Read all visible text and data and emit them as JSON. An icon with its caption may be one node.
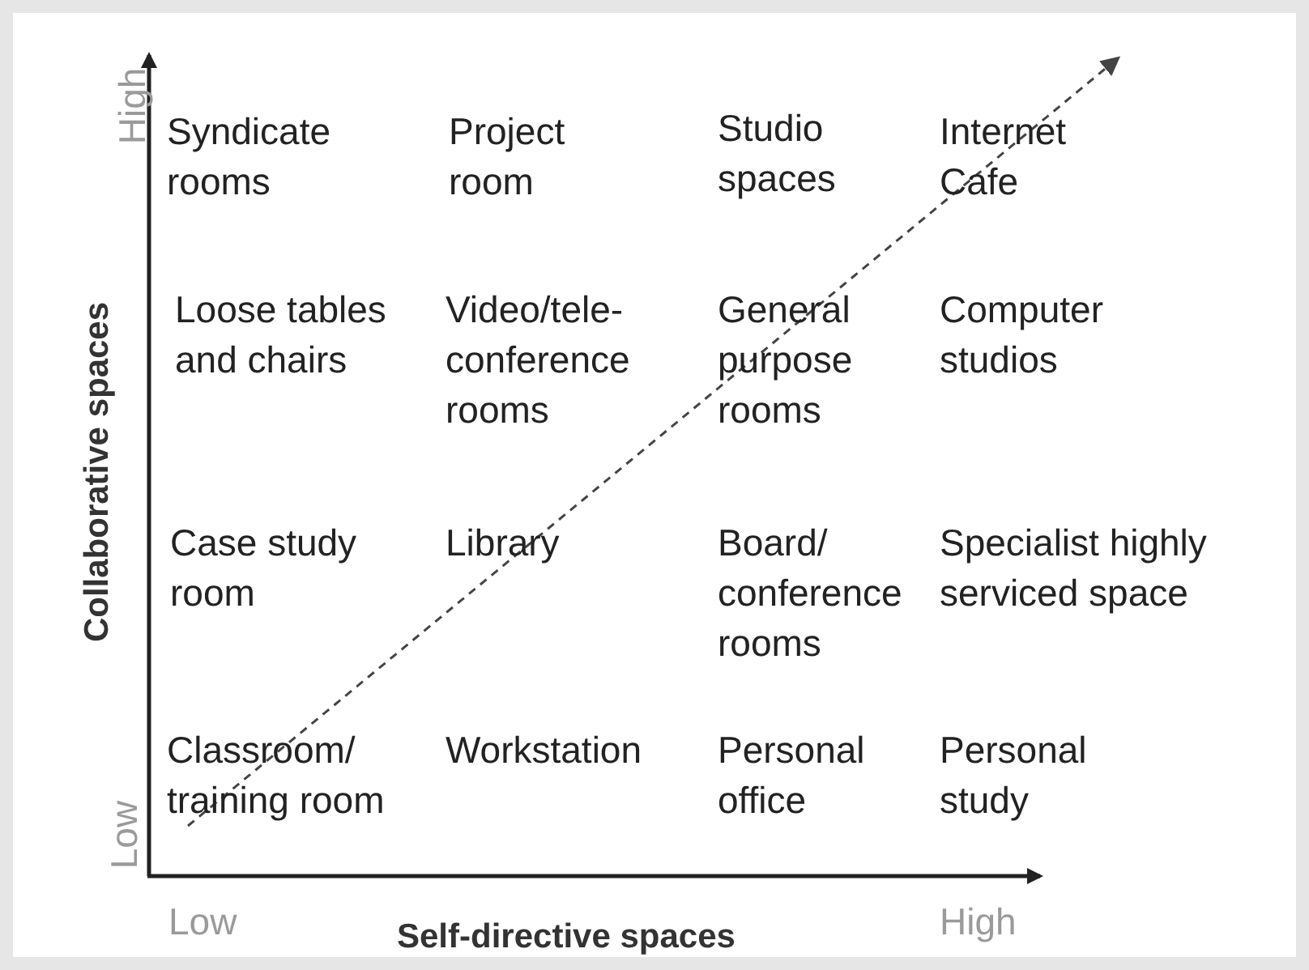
{
  "diagram": {
    "labels": [
      "High",
      "Syndicate rooms",
      "Project room",
      "Studio spaces",
      "Internet Cafe",
      "Loose tables and chairs",
      "Video/tele-conference rooms",
      "General purpose rooms",
      "Computer studios",
      "Collaborative spaces",
      "Case study room",
      "Library",
      "Board/ conference rooms",
      "Specialist highly serviced space",
      "Low",
      "Classroom/ training room",
      "Workstation",
      "Personal office",
      "Personal study",
      "Low",
      "Self-directive spaces",
      "High"
    ]
  }
}
